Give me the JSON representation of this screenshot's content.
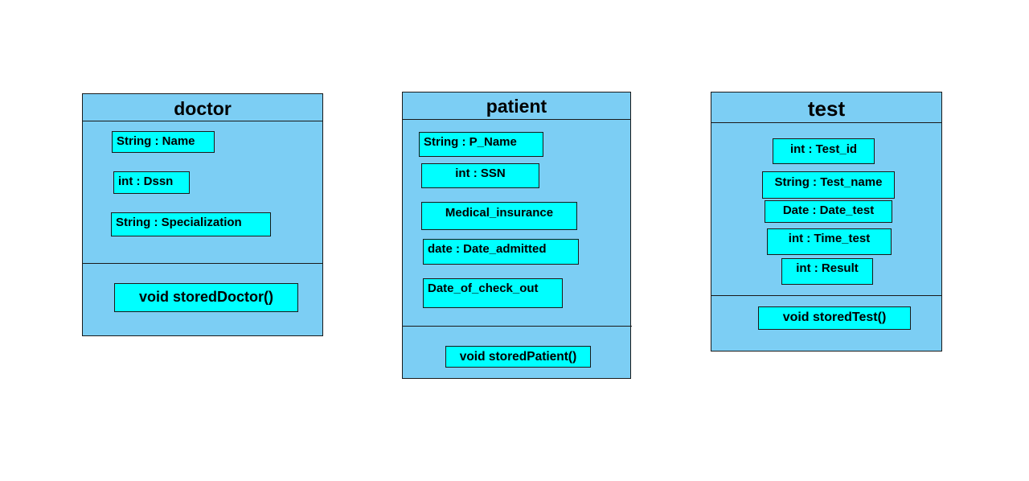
{
  "colors": {
    "class_fill": "#7ccef4",
    "member_fill": "#00ffff",
    "border": "#1a1a1a"
  },
  "classes": {
    "doctor": {
      "name": "doctor",
      "attributes": [
        "String : Name",
        "int : Dssn",
        "String : Specialization"
      ],
      "methods": [
        "void storedDoctor()"
      ]
    },
    "patient": {
      "name": "patient",
      "attributes": [
        "String : P_Name",
        "int : SSN",
        "Medical_insurance",
        "date : Date_admitted",
        "Date_of_check_out"
      ],
      "methods": [
        "void storedPatient()"
      ]
    },
    "test": {
      "name": "test",
      "attributes": [
        "int : Test_id",
        "String : Test_name",
        "Date : Date_test",
        "int : Time_test",
        "int : Result"
      ],
      "methods": [
        "void storedTest()"
      ]
    }
  }
}
